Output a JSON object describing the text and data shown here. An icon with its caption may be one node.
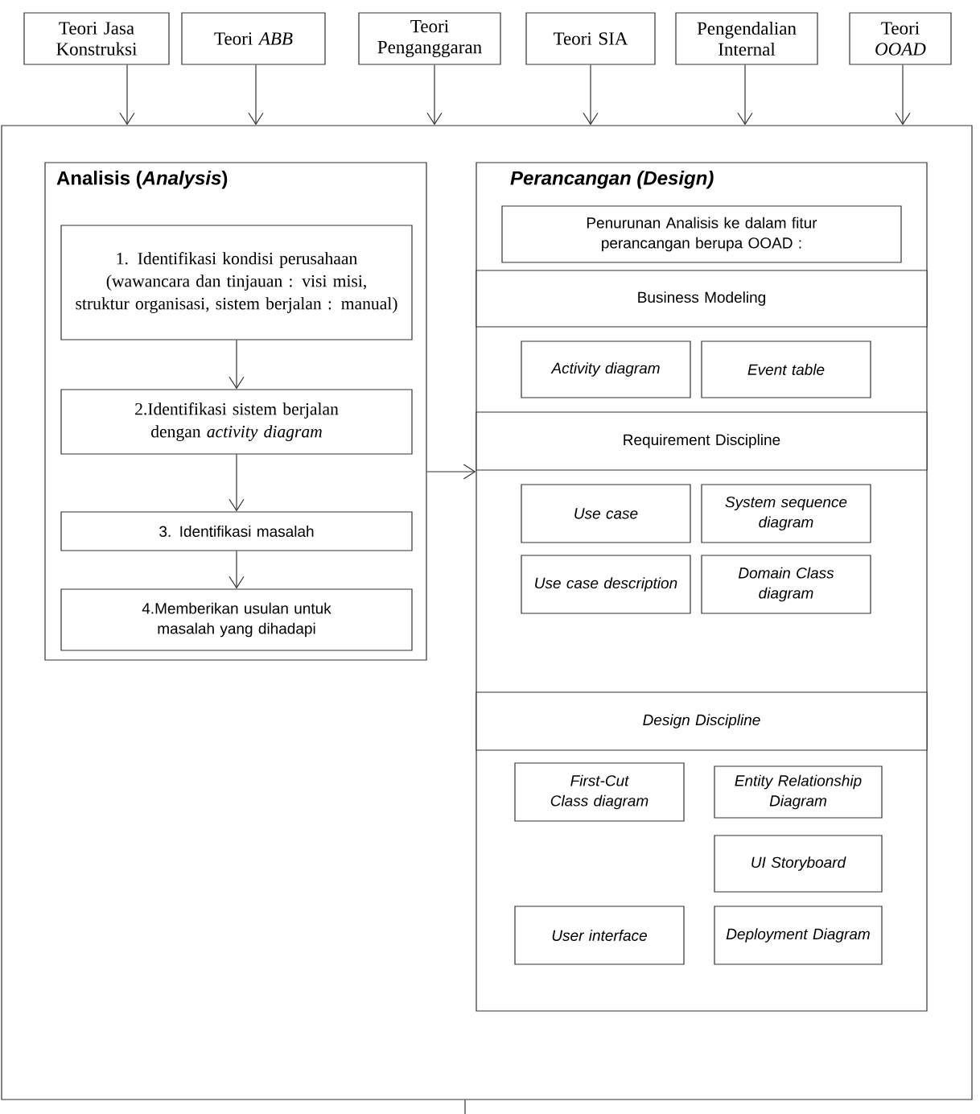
{
  "diagram": {
    "nodes": [
      {
        "text": [
          "Teori Jasa Konstruksi"
        ]
      },
      {
        "text": [
          "Teori *ABB*"
        ]
      },
      {
        "text": [
          "Teori Penganggaran"
        ]
      },
      {
        "text": [
          "Teori SIA"
        ]
      },
      {
        "text": [
          "Pengendalian Internal"
        ]
      },
      {
        "text": [
          "Teori *OOAD*"
        ]
      },
      {
        "text": [],
        "shape": "box"
      },
      {
        "text": [
          "Analisis (*Analysis*)"
        ],
        "in": 6
      },
      {
        "text": [
          "1. Identifikasi kondisi perusahaan (wawancara dan tinjauan : visi misi, struktur organisasi, sistem berjalan : manual)"
        ],
        "in": 7
      },
      {
        "text": [
          "2.Identifikasi sistem berjalan dengan *activity diagram*"
        ],
        "in": 7
      },
      {
        "text": [
          "3. Identifikasi masalah"
        ],
        "in": 7
      },
      {
        "text": [
          "4.Memberikan usulan untuk masalah yang dihadapi"
        ],
        "in": 7
      },
      {
        "text": [
          "Perancangan (Design)"
        ],
        "in": 6
      },
      {
        "text": [
          "Penurunan Analisis ke dalam fitur perancangan berupa OOAD :"
        ],
        "in": 12
      },
      {
        "text": [
          "Business Modeling"
        ],
        "in": 12
      },
      {
        "text": [
          "Activity diagram"
        ],
        "in": 12
      },
      {
        "text": [
          "Event table"
        ],
        "in": 12
      },
      {
        "text": [
          "Requirement Discipline"
        ],
        "in": 12
      },
      {
        "text": [
          "Use case"
        ],
        "in": 12
      },
      {
        "text": [
          "System sequence diagram"
        ],
        "in": 12
      },
      {
        "text": [
          "Use case description"
        ],
        "in": 12
      },
      {
        "text": [
          "Domain Class diagram"
        ],
        "in": 12
      },
      {
        "text": [
          "Design Discipline"
        ],
        "in": 12
      },
      {
        "text": [
          "First-Cut Class diagram"
        ],
        "in": 12
      },
      {
        "text": [
          "Entity Relationship Diagram"
        ],
        "in": 12
      },
      {
        "text": [
          "UI Storyboard"
        ],
        "in": 12
      },
      {
        "text": [
          "User interface"
        ],
        "in": 12
      },
      {
        "text": [
          "Deployment Diagram"
        ],
        "in": 12
      }
    ],
    "edges": [
      {
        "from": 0,
        "to": 6,
        "arrow": "to"
      },
      {
        "from": 1,
        "to": 6,
        "arrow": "to"
      },
      {
        "from": 2,
        "to": 6,
        "arrow": "to"
      },
      {
        "from": 3,
        "to": 6,
        "arrow": "to"
      },
      {
        "from": 4,
        "to": 6,
        "arrow": "to"
      },
      {
        "from": 5,
        "to": 6,
        "arrow": "to"
      },
      {
        "from": 8,
        "to": 9,
        "arrow": "to"
      },
      {
        "from": 9,
        "to": 10,
        "arrow": "to"
      },
      {
        "from": 10,
        "to": 11,
        "arrow": "to"
      },
      {
        "from": 7,
        "to": 12,
        "arrow": "to"
      },
      {
        "from": 6,
        "to": null,
        "arrow": "none"
      }
    ]
  }
}
